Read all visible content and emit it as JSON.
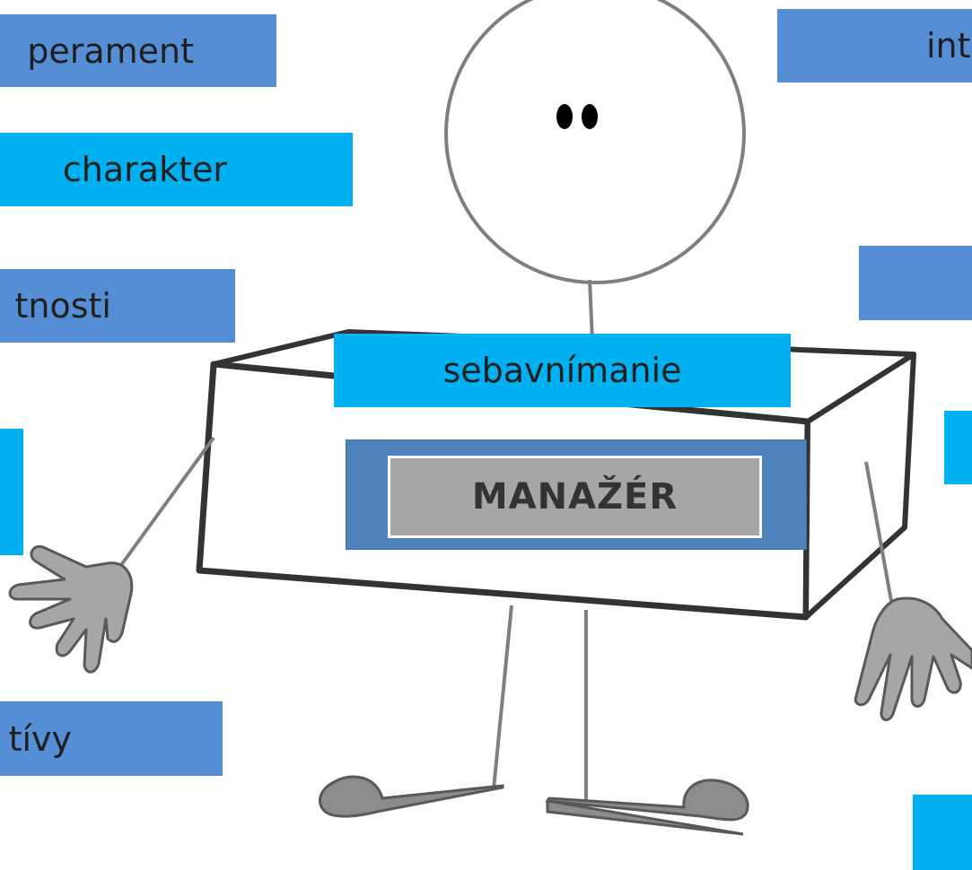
{
  "labels": {
    "temperament": "perament",
    "charakter": "charakter",
    "schopnosti": "tnosti",
    "motivy": "tívy",
    "intelekt": "int",
    "sebavnimanie": "sebavnímanie"
  },
  "center_box": {
    "title": "MANAŽÉR"
  },
  "colors": {
    "dark_blue": "#558ed5",
    "light_blue": "#00b0f0",
    "frame_blue": "#4f81bd",
    "title_gray": "#a6a6a6",
    "figure_gray": "#8c8c8c"
  }
}
